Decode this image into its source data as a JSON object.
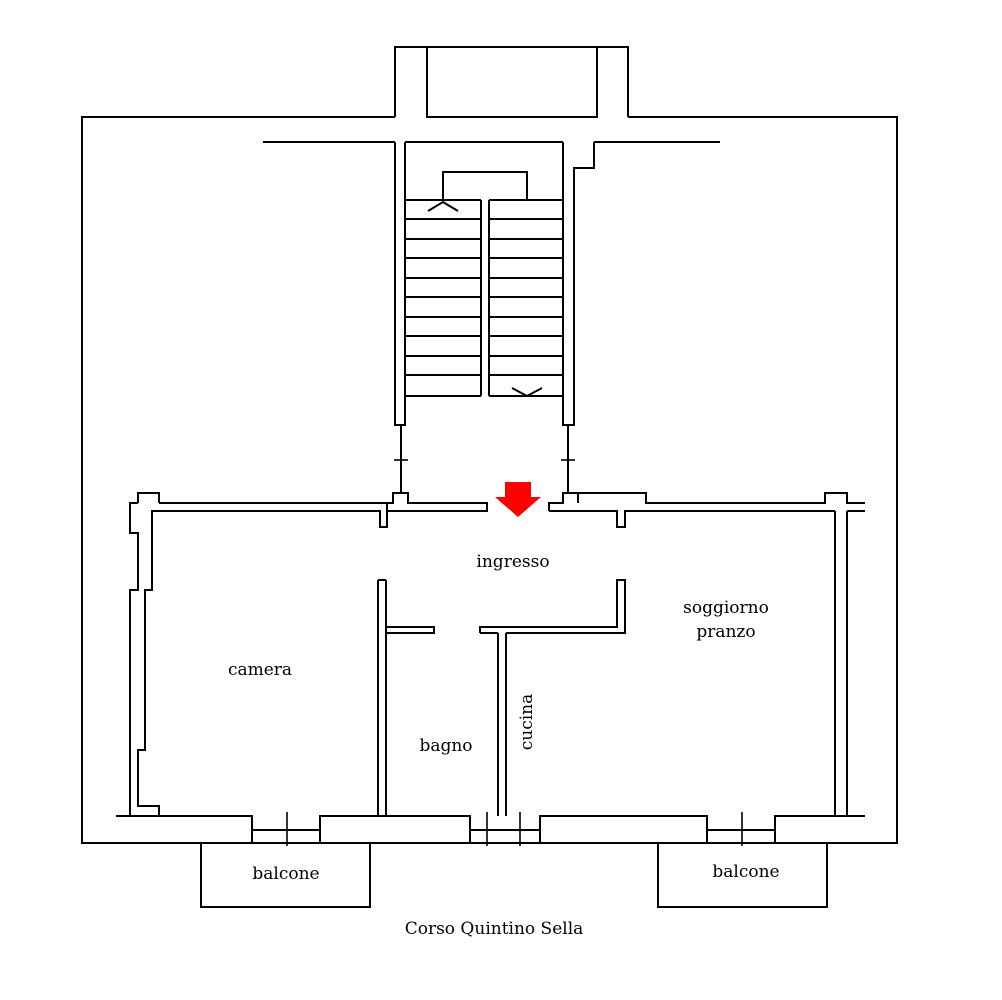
{
  "rooms": {
    "ingresso": "ingresso",
    "soggiorno_line1": "soggiorno",
    "soggiorno_line2": "pranzo",
    "camera": "camera",
    "bagno": "bagno",
    "cucina": "cucina",
    "balcone_left": "balcone",
    "balcone_right": "balcone"
  },
  "street": "Corso Quintino Sella",
  "colors": {
    "walls": "#000000",
    "entrance_arrow": "#ff0000",
    "background": "#ffffff"
  },
  "icons": {
    "entrance": "arrow-down-icon",
    "stair_up": "chevron-up-icon",
    "stair_down": "chevron-down-icon"
  }
}
